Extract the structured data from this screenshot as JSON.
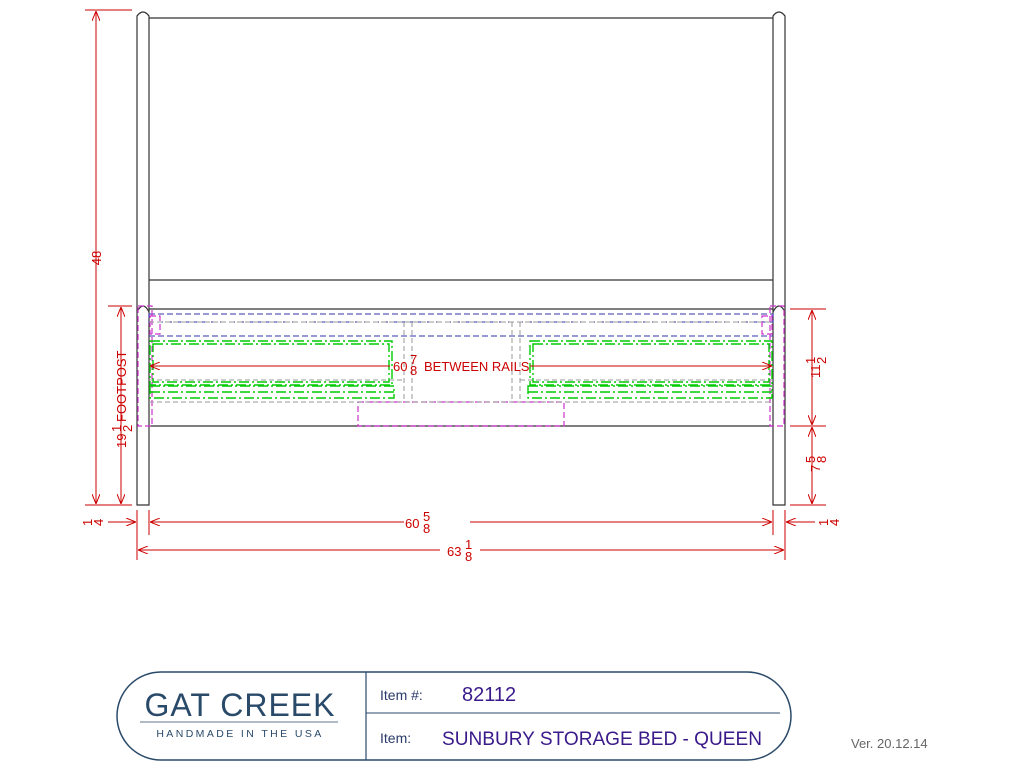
{
  "drawing": {
    "dimensions": {
      "overall_height": "48",
      "footpost_whole": "19",
      "footpost_frac_num": "1",
      "footpost_frac_den": "2",
      "footpost_label": "FOOTPOST",
      "between_rails_whole": "60",
      "between_rails_frac_num": "7",
      "between_rails_frac_den": "8",
      "between_rails_label": "BETWEEN RAILS",
      "rail_height_whole": "11",
      "rail_height_frac_num": "1",
      "rail_height_frac_den": "2",
      "rail_clearance_whole": "7",
      "rail_clearance_frac_num": "5",
      "rail_clearance_frac_den": "8",
      "post_left_frac_num": "1",
      "post_left_frac_den": "4",
      "post_right_frac_num": "1",
      "post_right_frac_den": "4",
      "inner_width_whole": "60",
      "inner_width_frac_num": "5",
      "inner_width_frac_den": "8",
      "overall_width_whole": "63",
      "overall_width_frac_num": "1",
      "overall_width_frac_den": "8"
    }
  },
  "titleblock": {
    "brand_name": "GAT CREEK",
    "brand_tagline": "HANDMADE IN THE USA",
    "item_number_label": "Item #:",
    "item_number_value": "82112",
    "item_name_label": "Item:",
    "item_name_value": "SUNBURY STORAGE BED - QUEEN",
    "version": "Ver. 20.12.14"
  },
  "colors": {
    "dimension": "#cc0000",
    "outline": "#333333",
    "drawer": "#00cc00",
    "hidden_blue": "#3333aa",
    "hidden_magenta": "#cc33cc",
    "brand": "#2a4a6a",
    "item_value": "#3a1a8a"
  }
}
